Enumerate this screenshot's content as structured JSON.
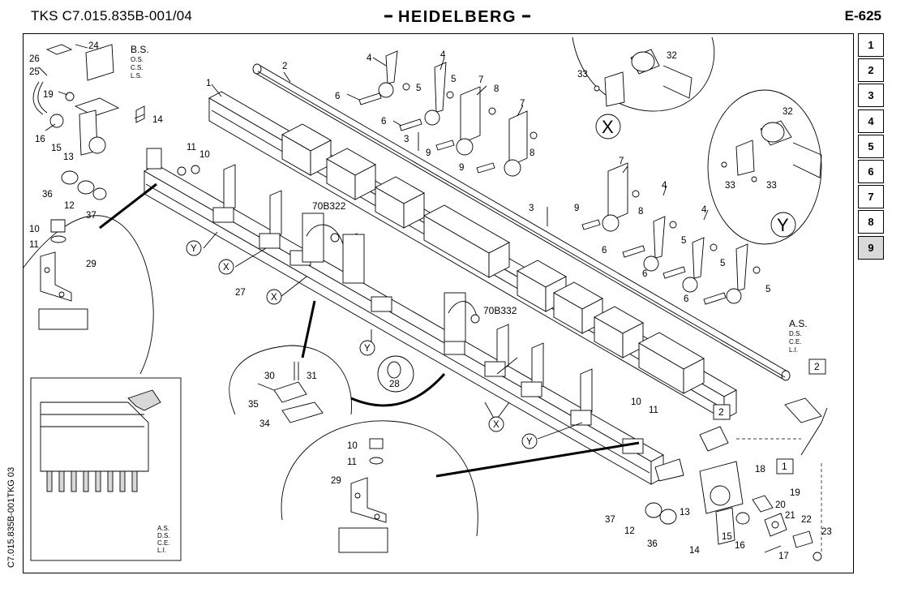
{
  "header": {
    "doc_code": "TKS C7.015.835B-001/04",
    "brand": "HEIDELBERG",
    "page_code": "E-625"
  },
  "side_code": "C7.015.835B-001TKG 03",
  "tabs": [
    {
      "label": "1",
      "active": false
    },
    {
      "label": "2",
      "active": false
    },
    {
      "label": "3",
      "active": false
    },
    {
      "label": "4",
      "active": false
    },
    {
      "label": "5",
      "active": false
    },
    {
      "label": "6",
      "active": false
    },
    {
      "label": "7",
      "active": false
    },
    {
      "label": "8",
      "active": false
    },
    {
      "label": "9",
      "active": true
    }
  ],
  "diagram": {
    "bs": {
      "title": "B.S.",
      "l1": "O.S.",
      "l2": "C.S.",
      "l3": "L.S."
    },
    "as": {
      "title": "A.S.",
      "l1": "D.S.",
      "l2": "C.E.",
      "l3": "L.I."
    },
    "inset_as": {
      "title": "A.S.",
      "l1": "D.S.",
      "l2": "C.E.",
      "l3": "L.I."
    },
    "callout_x": "X",
    "callout_y": "Y",
    "codes": {
      "c1": "70B322",
      "c2": "70B332"
    },
    "boxes": {
      "b2a": "2",
      "b2b": "2",
      "b1": "1"
    },
    "parts": {
      "p1": "1",
      "p2": "2",
      "p3a": "3",
      "p3b": "3",
      "p4a": "4",
      "p4b": "4",
      "p4c": "4",
      "p4d": "4",
      "p5a": "5",
      "p5b": "5",
      "p5c": "5",
      "p5d": "5",
      "p6a": "6",
      "p6b": "6",
      "p6c": "6",
      "p6d": "6",
      "p6e": "6",
      "p7a": "7",
      "p7b": "7",
      "p7c": "7",
      "p8a": "8",
      "p8b": "8",
      "p8c": "8",
      "p9a": "9",
      "p9b": "9",
      "p9c": "9",
      "p10a": "10",
      "p10b": "10",
      "p10c": "10",
      "p10d": "10",
      "p11a": "11",
      "p11b": "11",
      "p11c": "11",
      "p11d": "11",
      "p12a": "12",
      "p12b": "12",
      "p13a": "13",
      "p13b": "13",
      "p14a": "14",
      "p14b": "14",
      "p15a": "15",
      "p15b": "15",
      "p16a": "16",
      "p16b": "16",
      "p17": "17",
      "p18": "18",
      "p19a": "19",
      "p19b": "19",
      "p20": "20",
      "p21": "21",
      "p22": "22",
      "p23": "23",
      "p24": "24",
      "p25": "25",
      "p26": "26",
      "p27": "27",
      "p28": "28",
      "p29a": "29",
      "p29b": "29",
      "p30": "30",
      "p31": "31",
      "p32a": "32",
      "p32b": "32",
      "p33a": "33",
      "p33b": "33",
      "p33c": "33",
      "p34": "34",
      "p35": "35",
      "p36a": "36",
      "p36b": "36",
      "p37a": "37",
      "p37b": "37"
    }
  }
}
